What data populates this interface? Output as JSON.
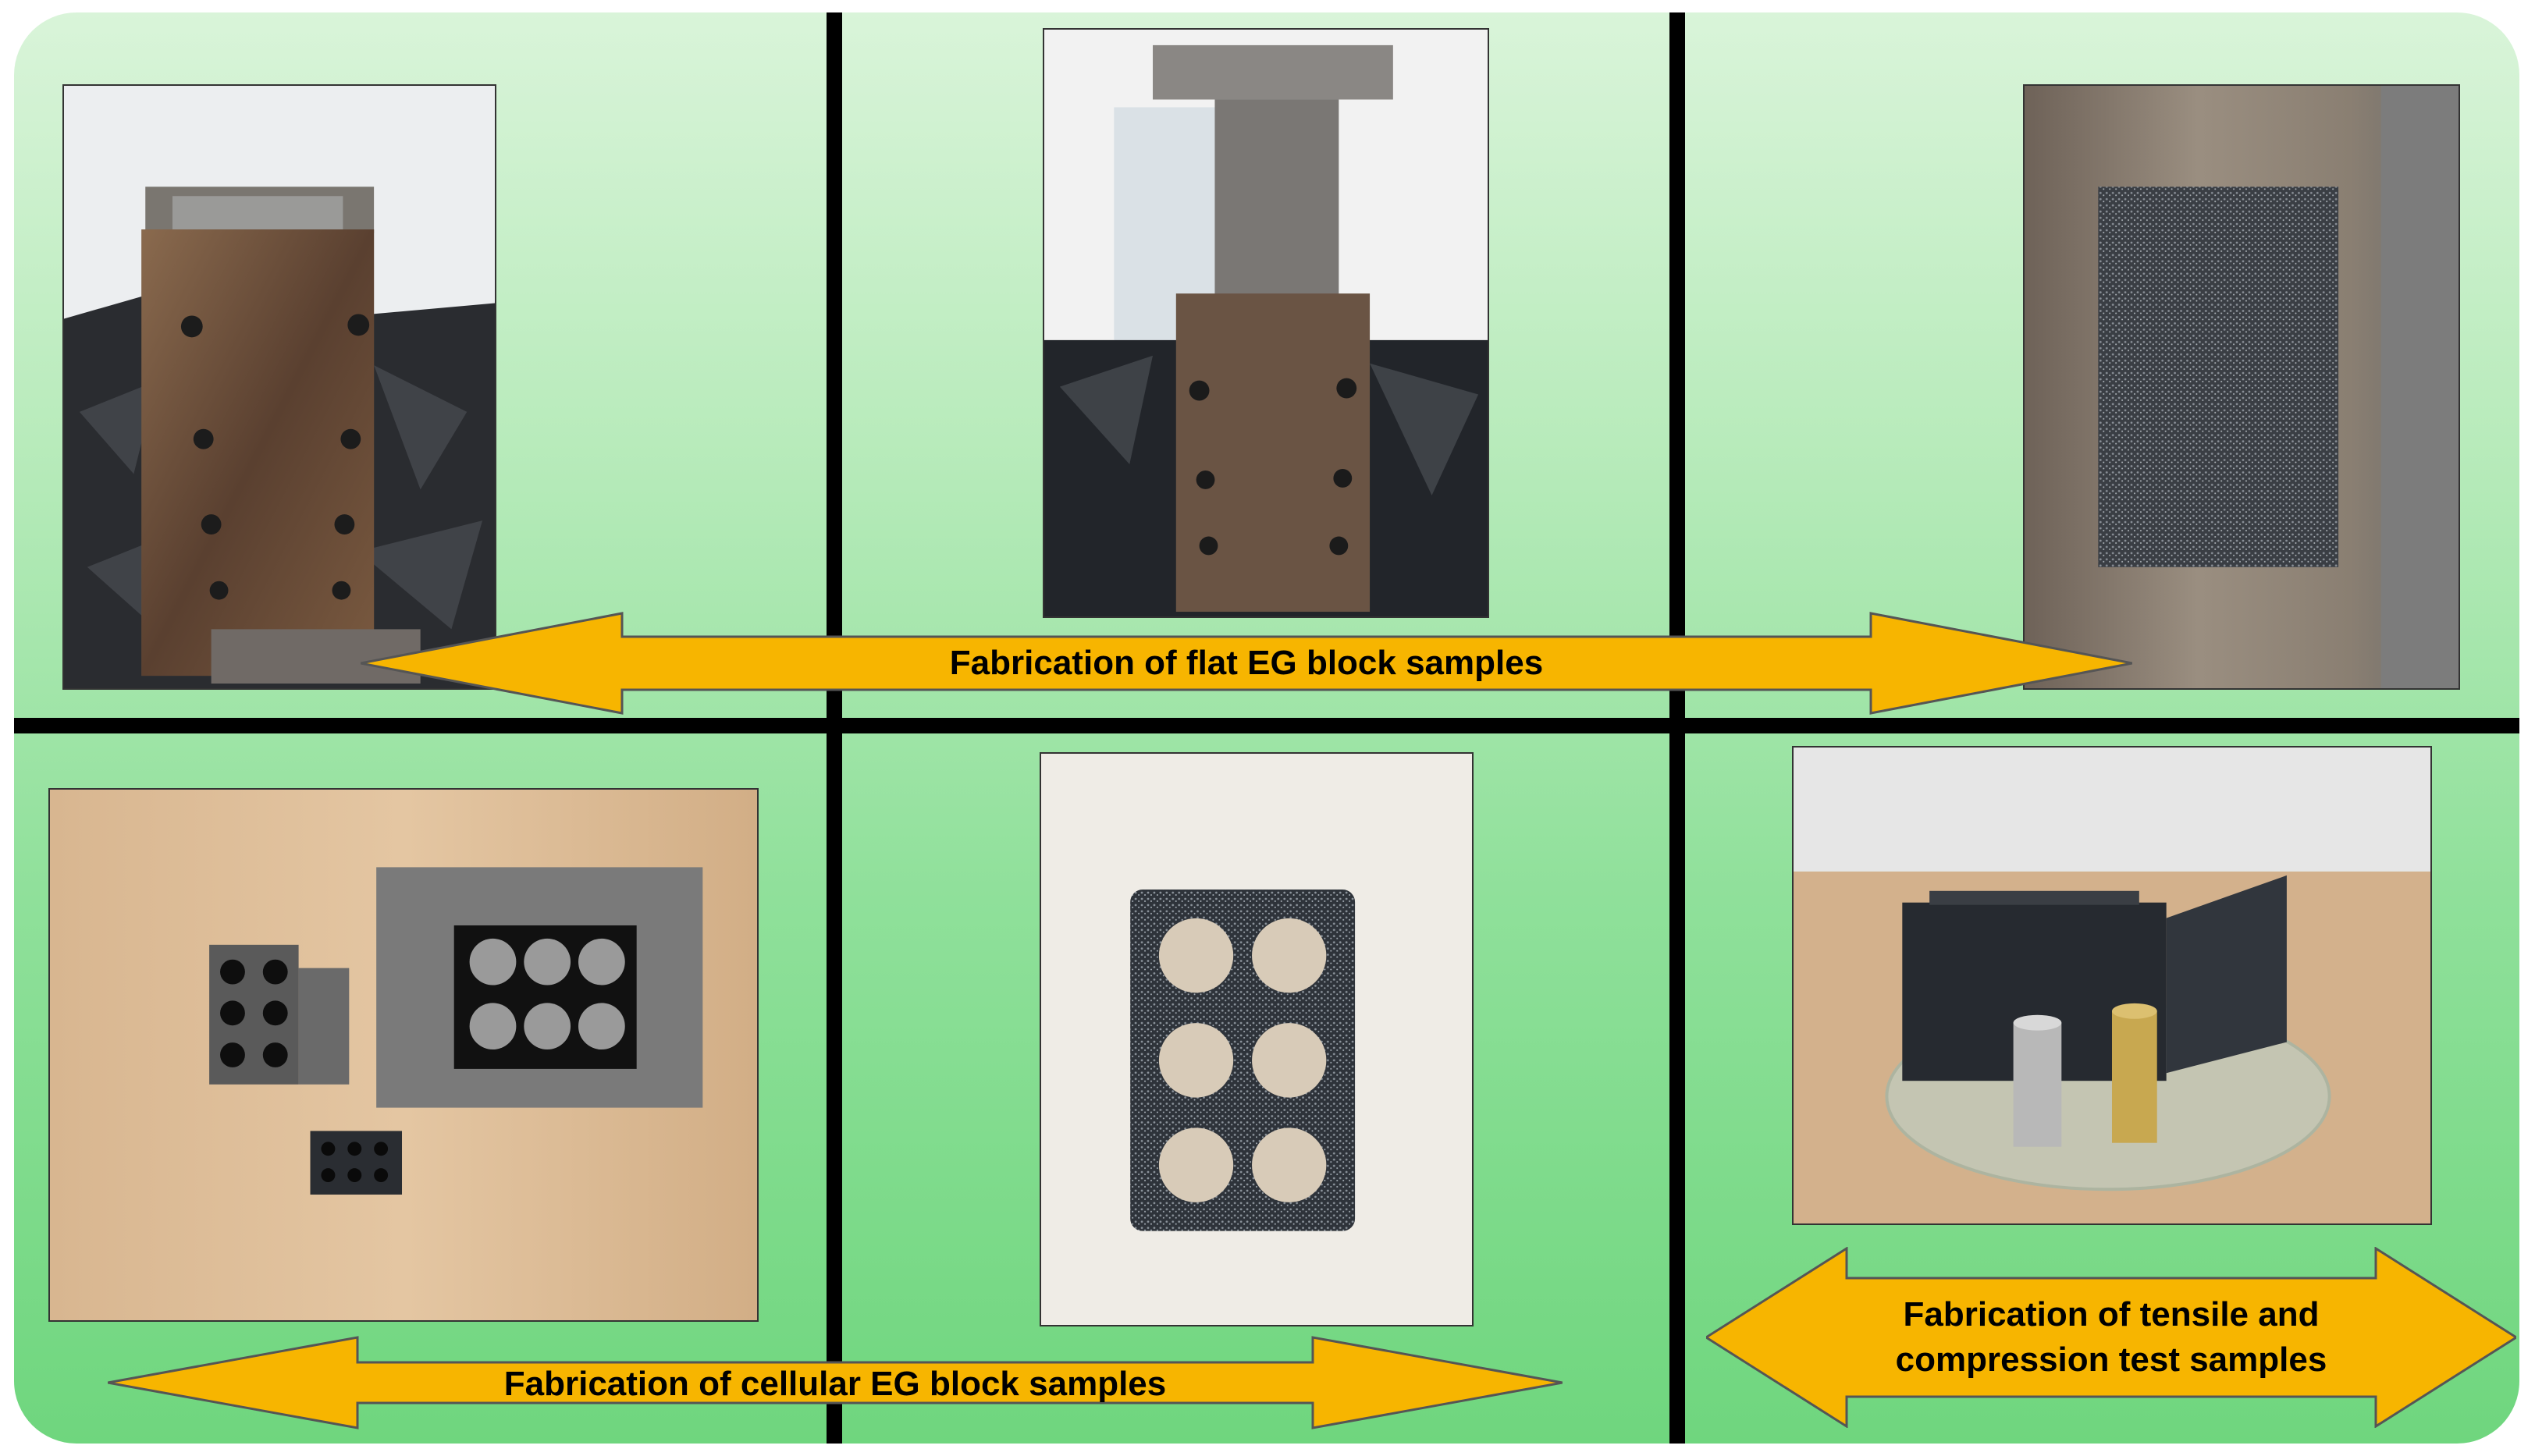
{
  "labels": {
    "flat": "Fabrication of flat EG block samples",
    "cellular": "Fabrication of cellular EG block samples",
    "tensile": "Fabrication of tensile and compression test samples"
  },
  "photos": [
    "steel-mold-with-graphite-fill",
    "mold-with-press-plunger",
    "flat-eg-block-on-plate",
    "cellular-mold-and-samples",
    "cellular-eg-block-six-holes",
    "tensile-compression-samples-on-glass"
  ],
  "colors": {
    "background_top": "#d9f4d9",
    "background_bottom": "#6fd67e",
    "arrow_fill": "#f7b500",
    "arrow_stroke": "#555555",
    "divider": "#000000"
  }
}
